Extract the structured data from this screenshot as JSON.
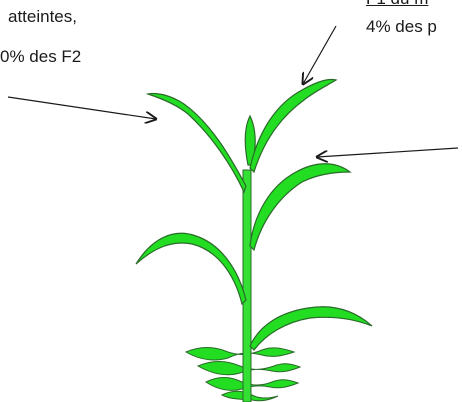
{
  "labels": {
    "left_line_1": "atteintes,",
    "left_line_2": "0% des F2",
    "right_line_1": "F1 du m",
    "right_line_2": "4% des p"
  },
  "colors": {
    "leaf_fill": "#22dd22",
    "leaf_stroke": "#2a6a2a",
    "stem_fill": "#33e033",
    "arrow": "#1a1a1a"
  }
}
